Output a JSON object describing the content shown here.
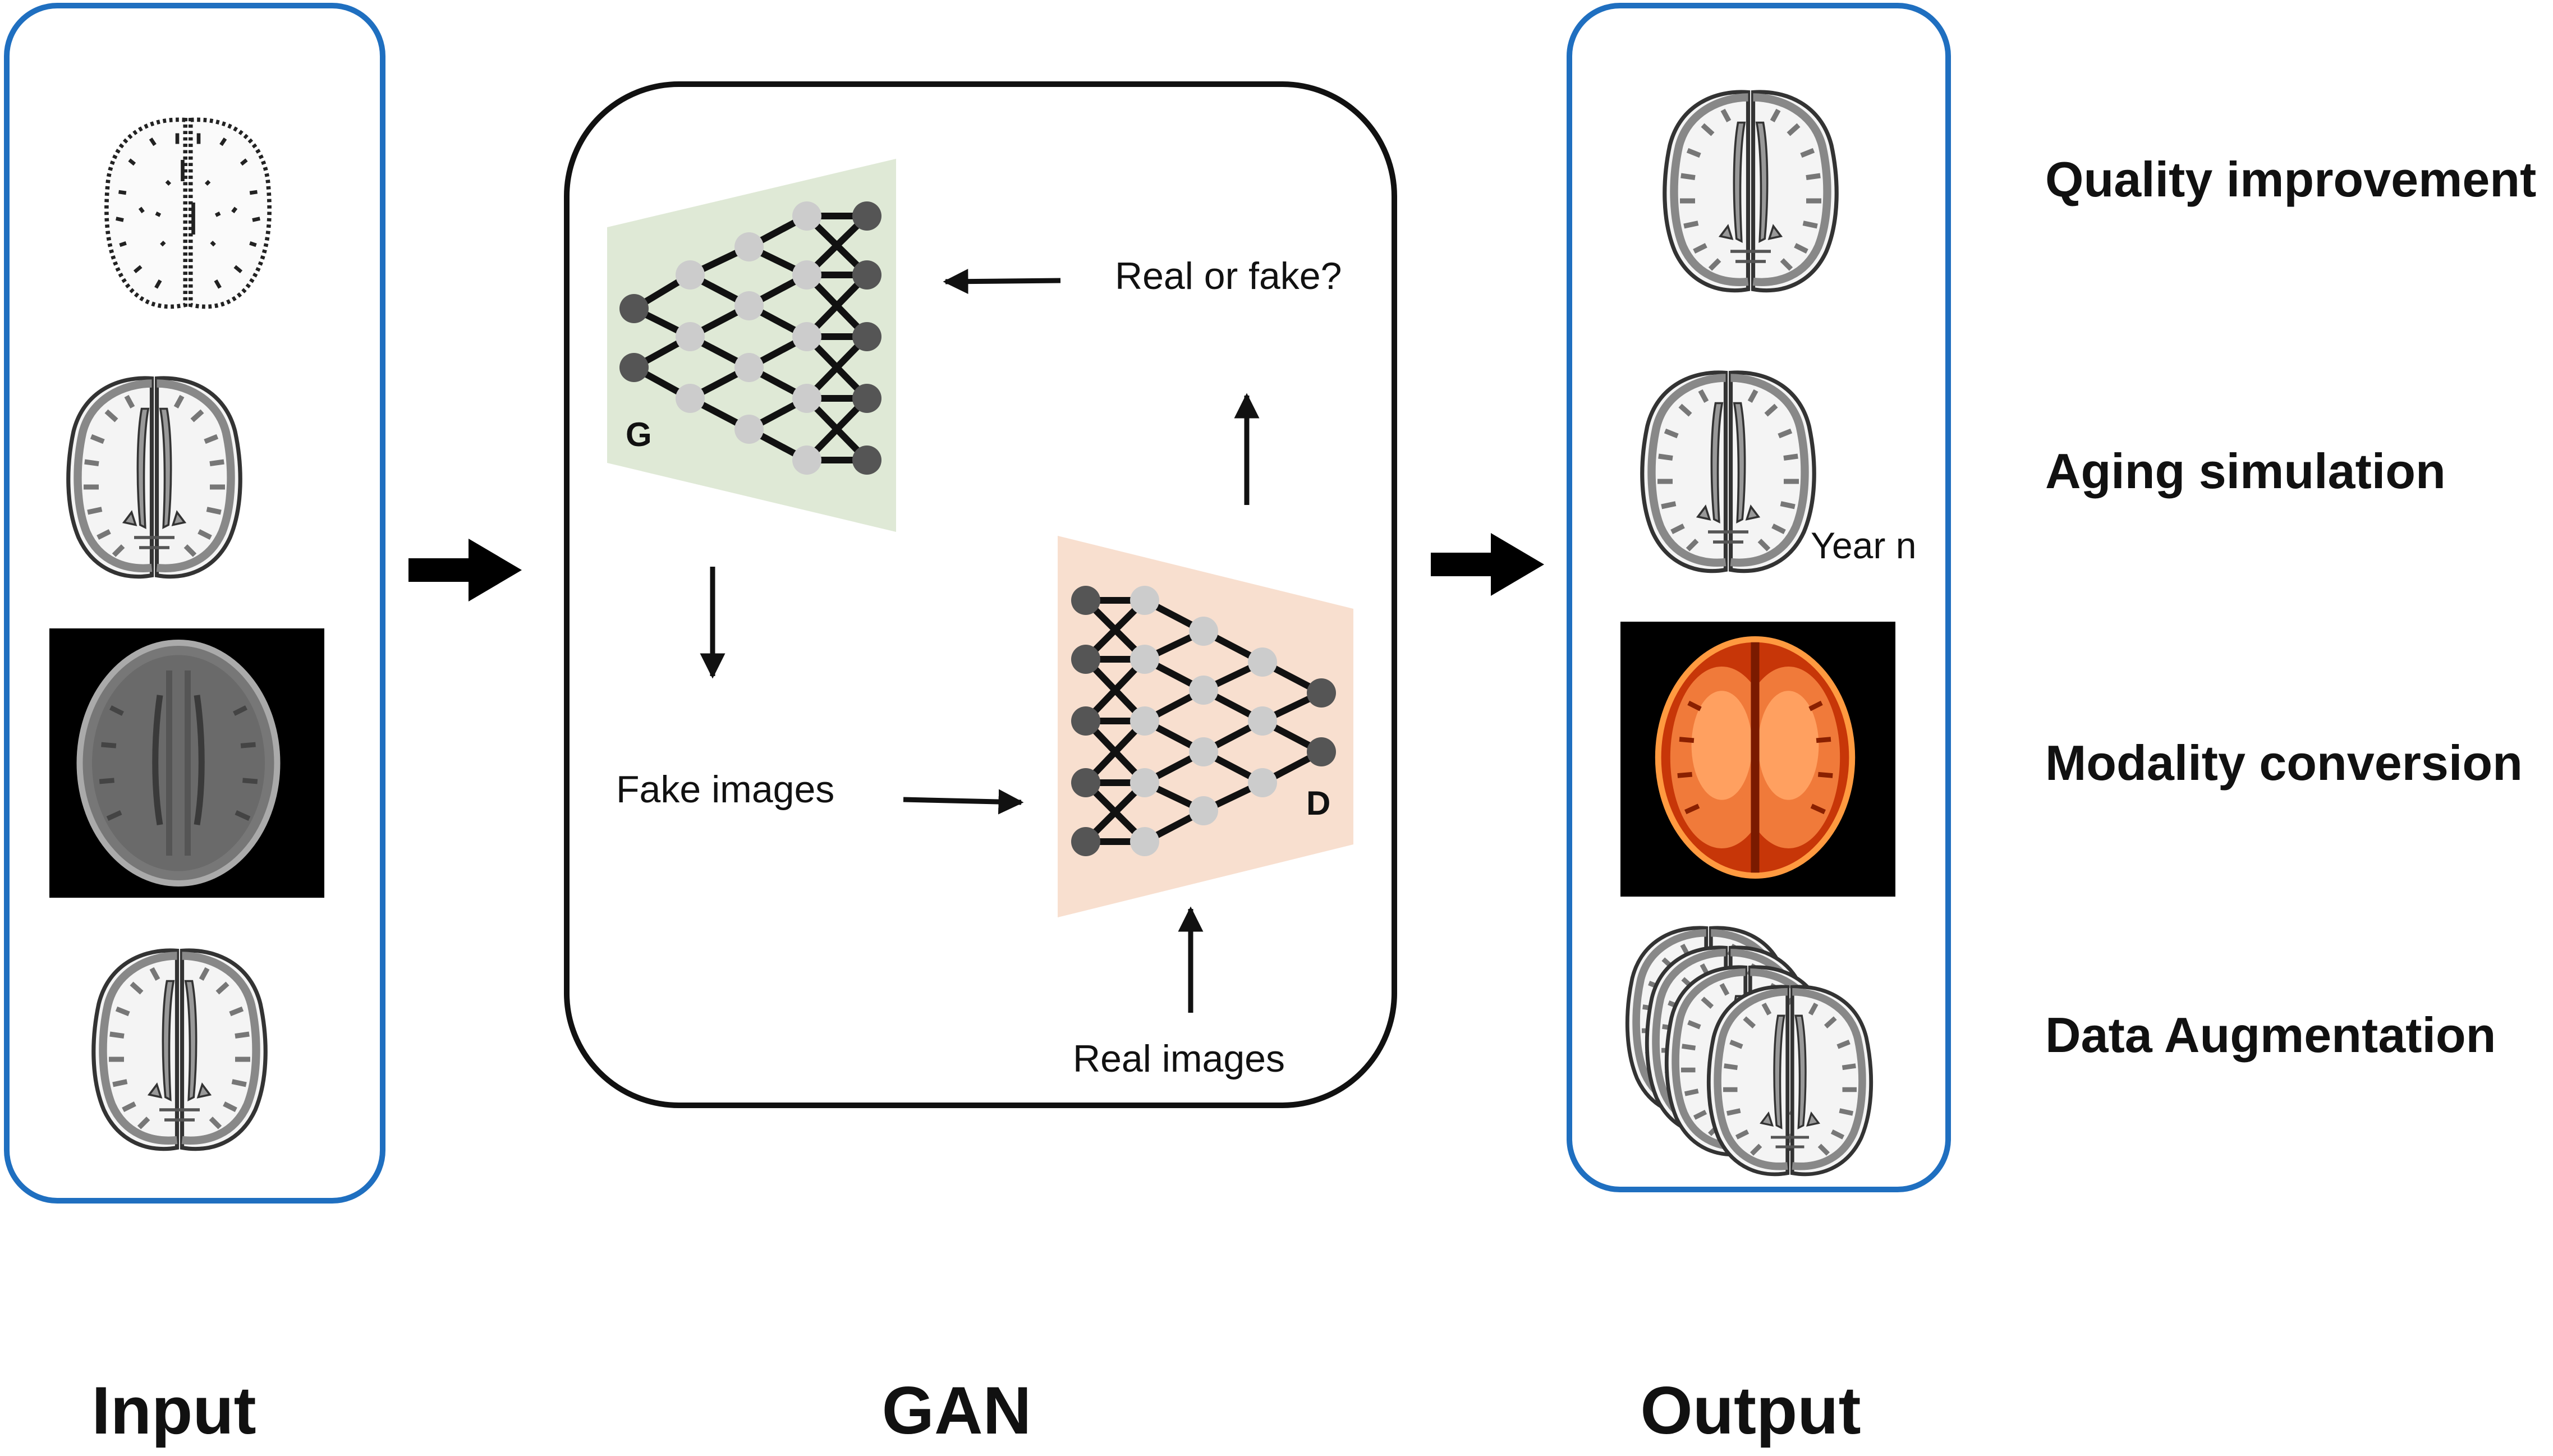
{
  "panels": {
    "input": {
      "caption": "Input"
    },
    "gan": {
      "caption": "GAN",
      "generator_label": "G",
      "discriminator_label": "D",
      "real_or_fake": "Real or fake?",
      "fake_images": "Fake images",
      "real_images": "Real images"
    },
    "output": {
      "caption": "Output",
      "year_label": "Year n",
      "applications": [
        "Quality improvement",
        "Aging simulation",
        "Modality conversion",
        "Data Augmentation"
      ]
    }
  },
  "colors": {
    "panel_border_blue": "#1f6fc0",
    "gan_box_border": "#111111",
    "generator_fill": "#dfe9d6",
    "discriminator_fill": "#f8dfcf",
    "node_dark": "#555555",
    "node_light": "#cccccc",
    "modality_fill": "#e8501a"
  }
}
